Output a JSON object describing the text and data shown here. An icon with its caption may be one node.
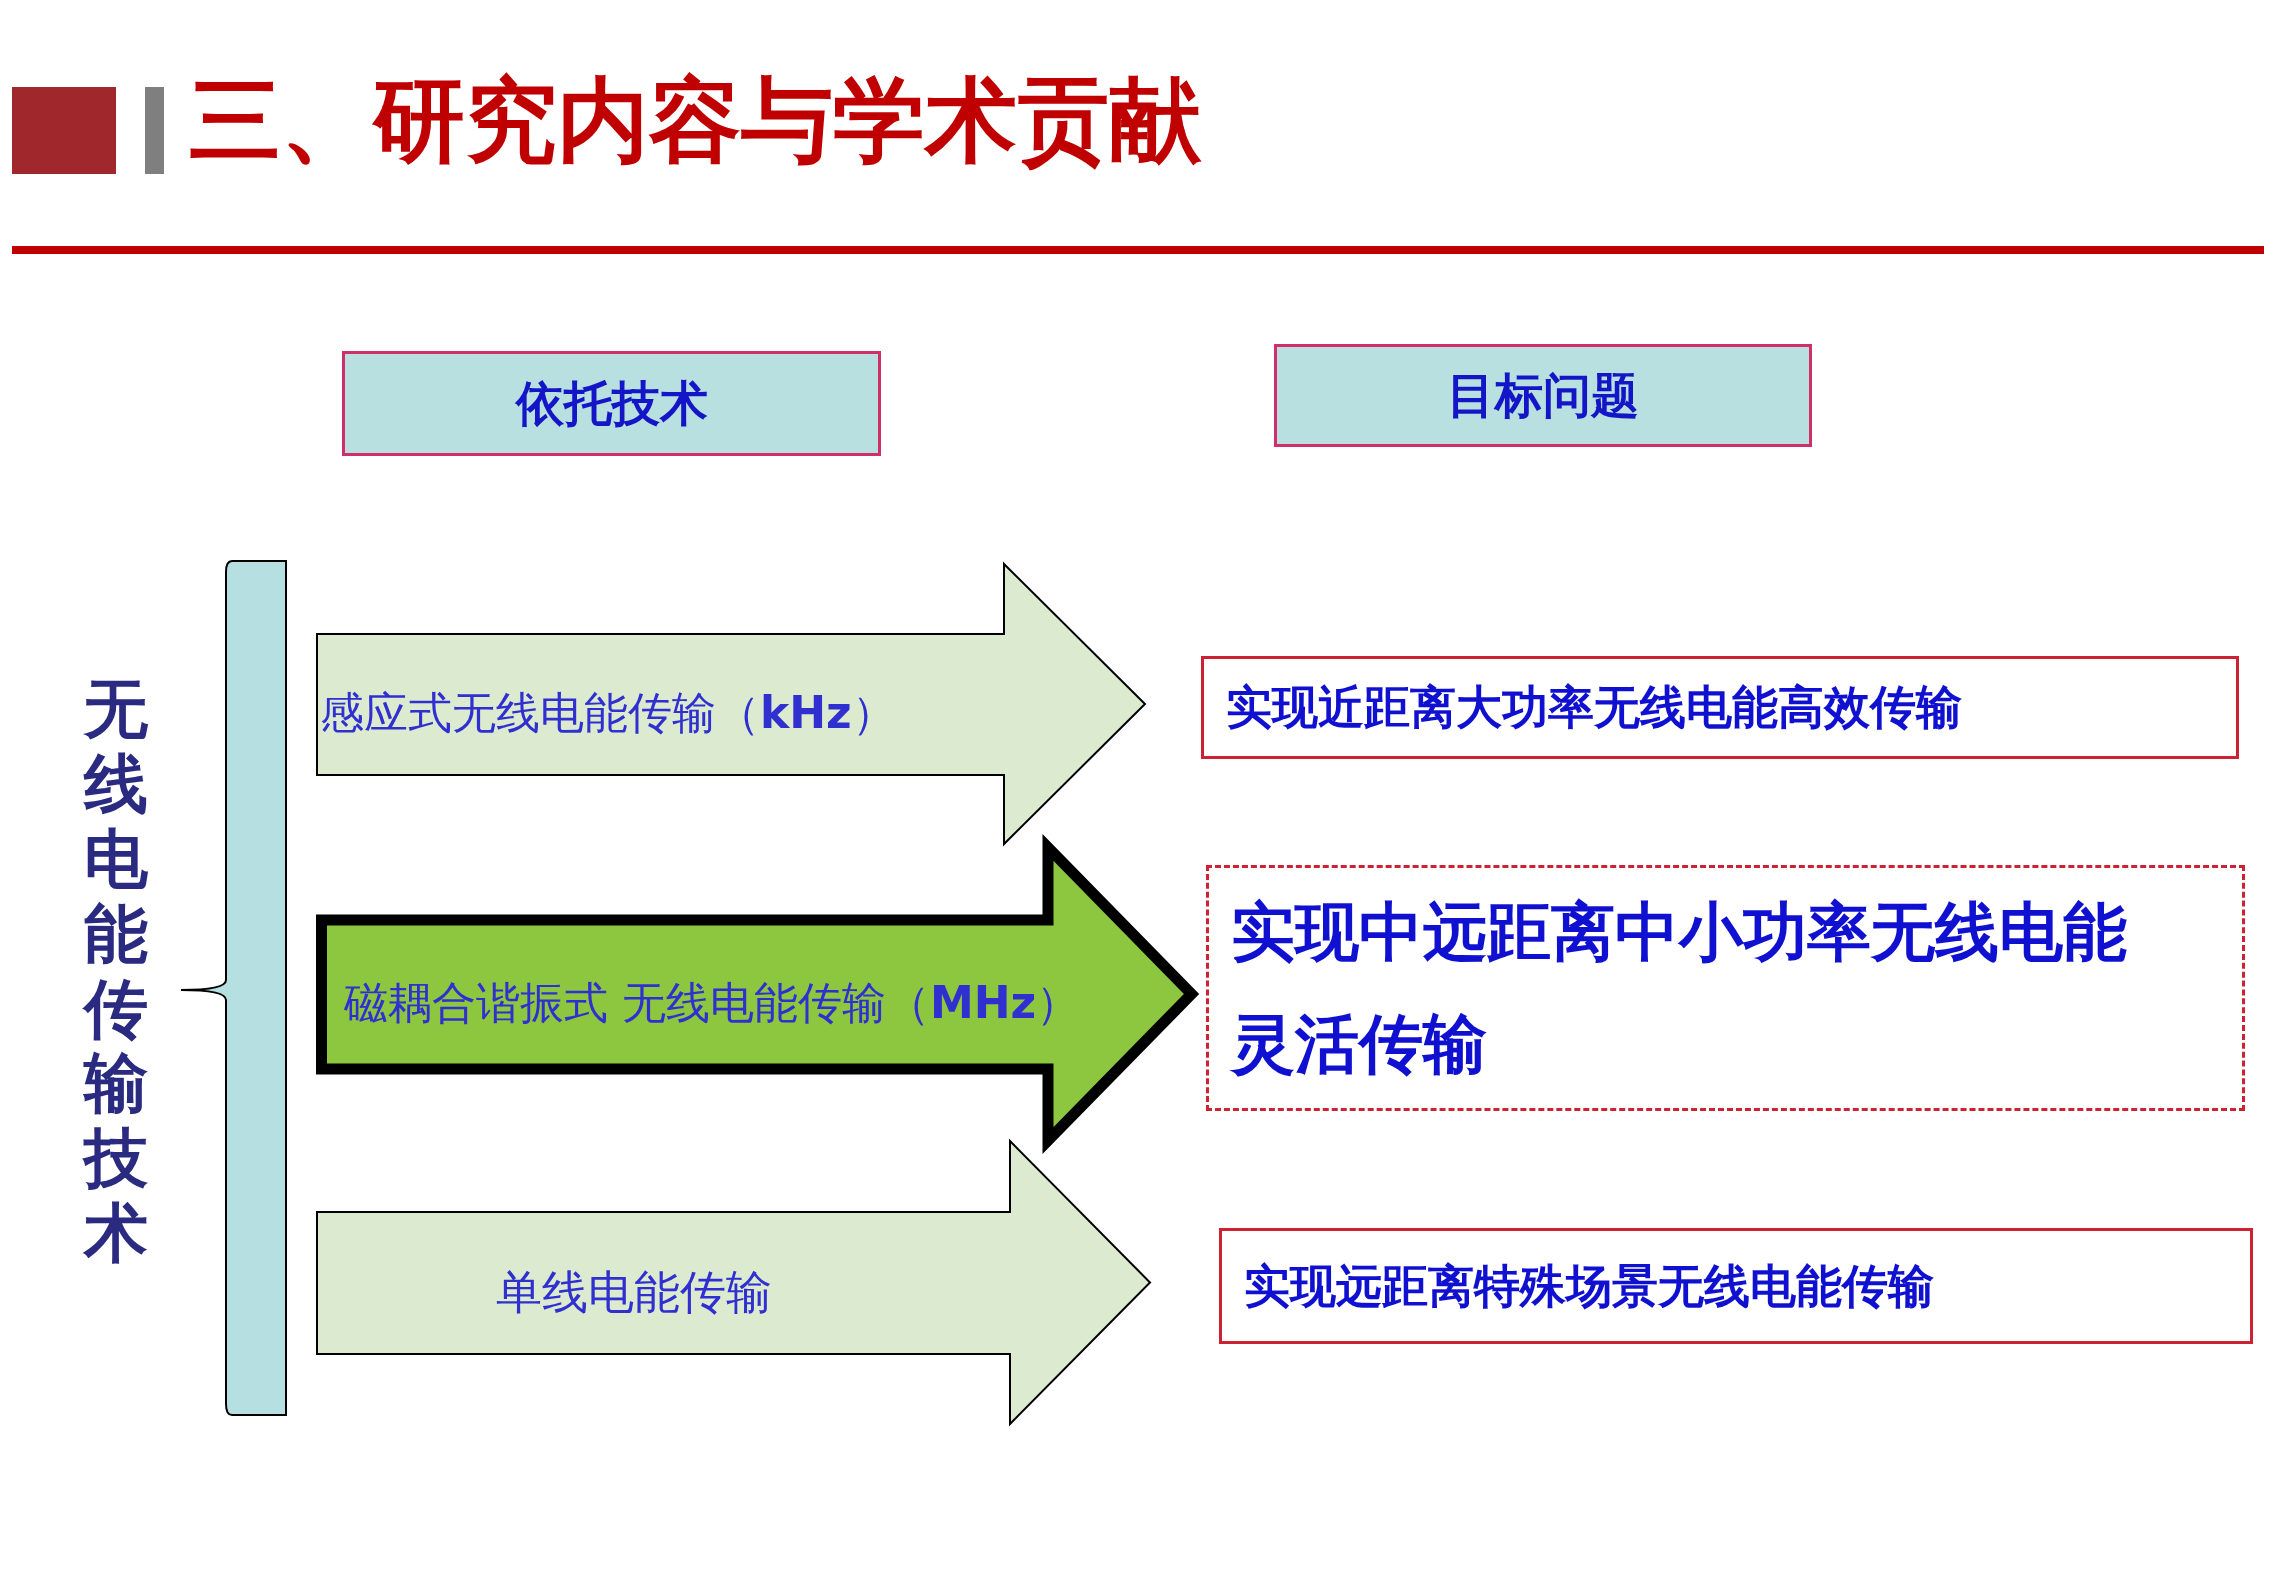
{
  "diagram": {
    "title": "三、研究内容与学术贡献",
    "nodes": [
      {
        "text": [
          "依托技术"
        ]
      },
      {
        "text": [
          "目标问题"
        ]
      },
      {
        "text": [
          "感应式无线电能传输（**kHz**）"
        ]
      },
      {
        "text": [
          "磁耦合谐振式 无线电能传输（**MHz**）"
        ]
      },
      {
        "text": [
          "单线电能传输"
        ]
      },
      {
        "text": [
          "实现近距离大功率无线电能高效传输"
        ]
      },
      {
        "text": [
          "实现中远距离中小功率无线电能灵活传输"
        ]
      },
      {
        "text": [
          "实现远距离特殊场景无线电能传输"
        ]
      }
    ],
    "labels": [
      "无线电能传输技术"
    ]
  }
}
